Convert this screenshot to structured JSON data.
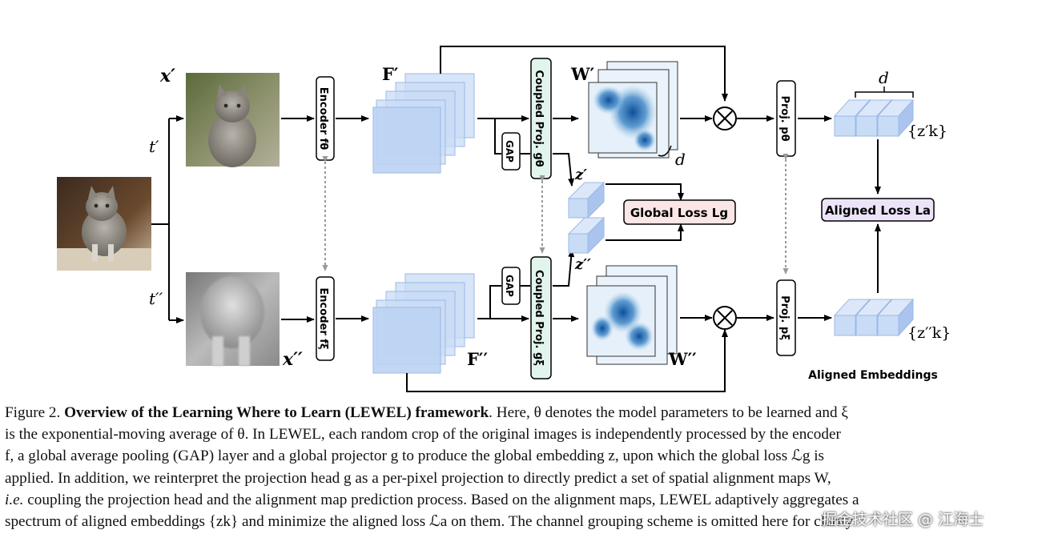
{
  "labels": {
    "x_prime": "x′",
    "x_dprime": "x′′",
    "t_prime": "t′",
    "t_dprime": "t′′",
    "F_prime": "F′",
    "F_dprime": "F′′",
    "W_prime": "W′",
    "W_dprime": "W′′",
    "z_prime": "z′",
    "z_dprime": "z′′",
    "d_top": "d",
    "d_side": "d",
    "z_set_prime": "{z′k}",
    "z_set_dprime": "{z′′k}",
    "aligned_embeddings": "Aligned Embeddings"
  },
  "boxes": {
    "encoder_top": "Encoder fθ",
    "encoder_bottom": "Encoder fξ",
    "coupled_top": "Coupled Proj. gθ",
    "coupled_bottom": "Coupled Proj. gξ",
    "gap": "GAP",
    "proj_top": "Proj. pθ",
    "proj_bottom": "Proj. pξ",
    "global_loss": "Global Loss Lg",
    "aligned_loss": "Aligned Loss La"
  },
  "caption": {
    "fig_label": "Figure 2.",
    "title": "Overview of the Learning Where to Learn (LEWEL) framework",
    "l1": ". Here, θ denotes the model parameters to be learned and ξ",
    "l2": "is the exponential-moving average of θ. In LEWEL, each random crop of the original images is independently processed by the encoder",
    "l3": "f, a global average pooling (GAP) layer and a global projector g to produce the global embedding z, upon which the global loss ℒg is",
    "l4": "applied. In addition, we reinterpret the projection head g as a per-pixel projection to directly predict a set of spatial alignment maps W,",
    "l5_em": "i.e.",
    "l5": " coupling the projection head and the alignment map prediction process. Based on the alignment maps, LEWEL adaptively aggregates a",
    "l6": "spectrum of aligned embeddings {zk} and minimize the aligned loss ℒa on them. The channel grouping scheme is omitted here for clarity."
  },
  "watermark": "掘金技术社区 @ 江海士"
}
